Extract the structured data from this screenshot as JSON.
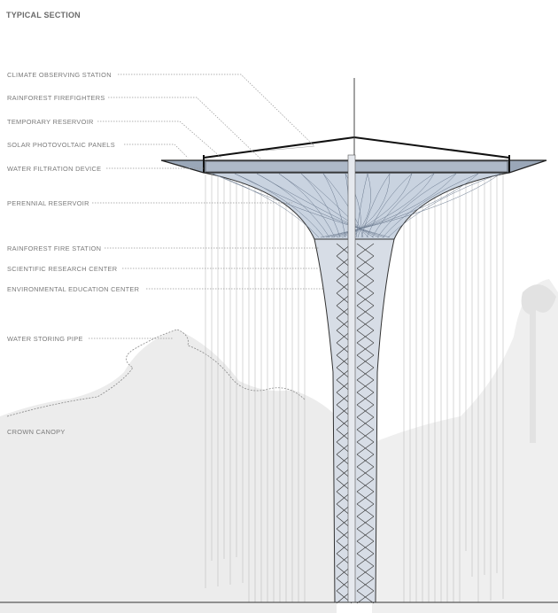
{
  "title": "TYPICAL SECTION",
  "labels": [
    "CLIMATE OBSERVING STATION",
    "RAINFOREST FIREFIGHTERS",
    "TEMPORARY RESERVOIR",
    "SOLAR PHOTOVOLTAIC PANELS",
    "WATER FILTRATION DEVICE",
    "PERENNIAL RESERVOIR",
    "RAINFOREST FIRE STATION",
    "SCIENTIFIC RESEARCH CENTER",
    "ENVIRONMENTAL EDUCATION CENTER",
    "WATER STORING PIPE",
    "CROWN CANOPY"
  ],
  "colors": {
    "label": "#7a7a7a",
    "structure": "#2a2a2a",
    "glass": "#b8c4d4",
    "forest": "#e6e6e6"
  }
}
